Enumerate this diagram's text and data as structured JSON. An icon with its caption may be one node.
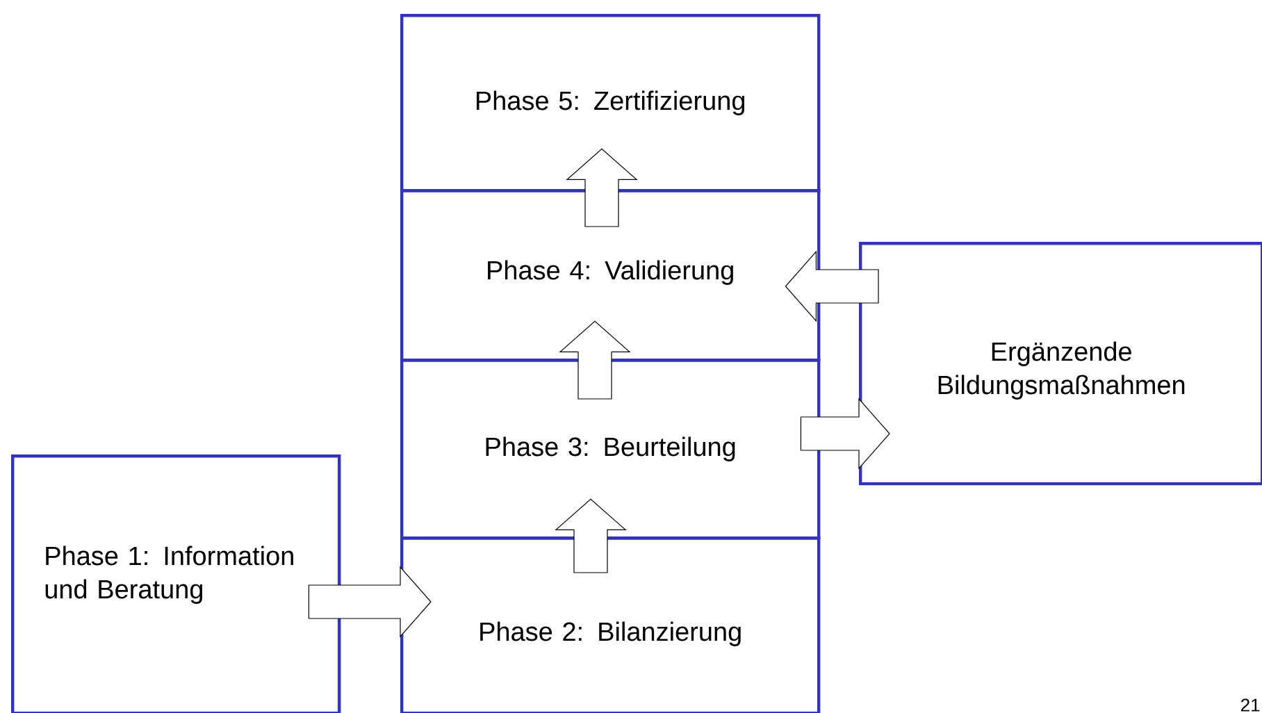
{
  "diagram": {
    "nodes": [
      {
        "text": [
          "Phase 1: Information und Beratung"
        ]
      },
      {
        "text": [
          "Phase 2: Bilanzierung"
        ]
      },
      {
        "text": [
          "Phase 3: Beurteilung"
        ]
      },
      {
        "text": [
          "Phase 4: Validierung"
        ]
      },
      {
        "text": [
          "Phase 5: Zertifizierung"
        ]
      },
      {
        "text": [
          "Ergänzende Bildungsmaßnahmen"
        ]
      }
    ],
    "edges": [
      {
        "from": 0,
        "to": 1,
        "arrow": "to"
      },
      {
        "from": 1,
        "to": 2,
        "arrow": "to"
      },
      {
        "from": 2,
        "to": 3,
        "arrow": "to"
      },
      {
        "from": 3,
        "to": 4,
        "arrow": "to"
      },
      {
        "from": 5,
        "to": 3,
        "arrow": "to"
      },
      {
        "from": 2,
        "to": 5,
        "arrow": "to"
      }
    ],
    "labels": [
      "21"
    ]
  }
}
